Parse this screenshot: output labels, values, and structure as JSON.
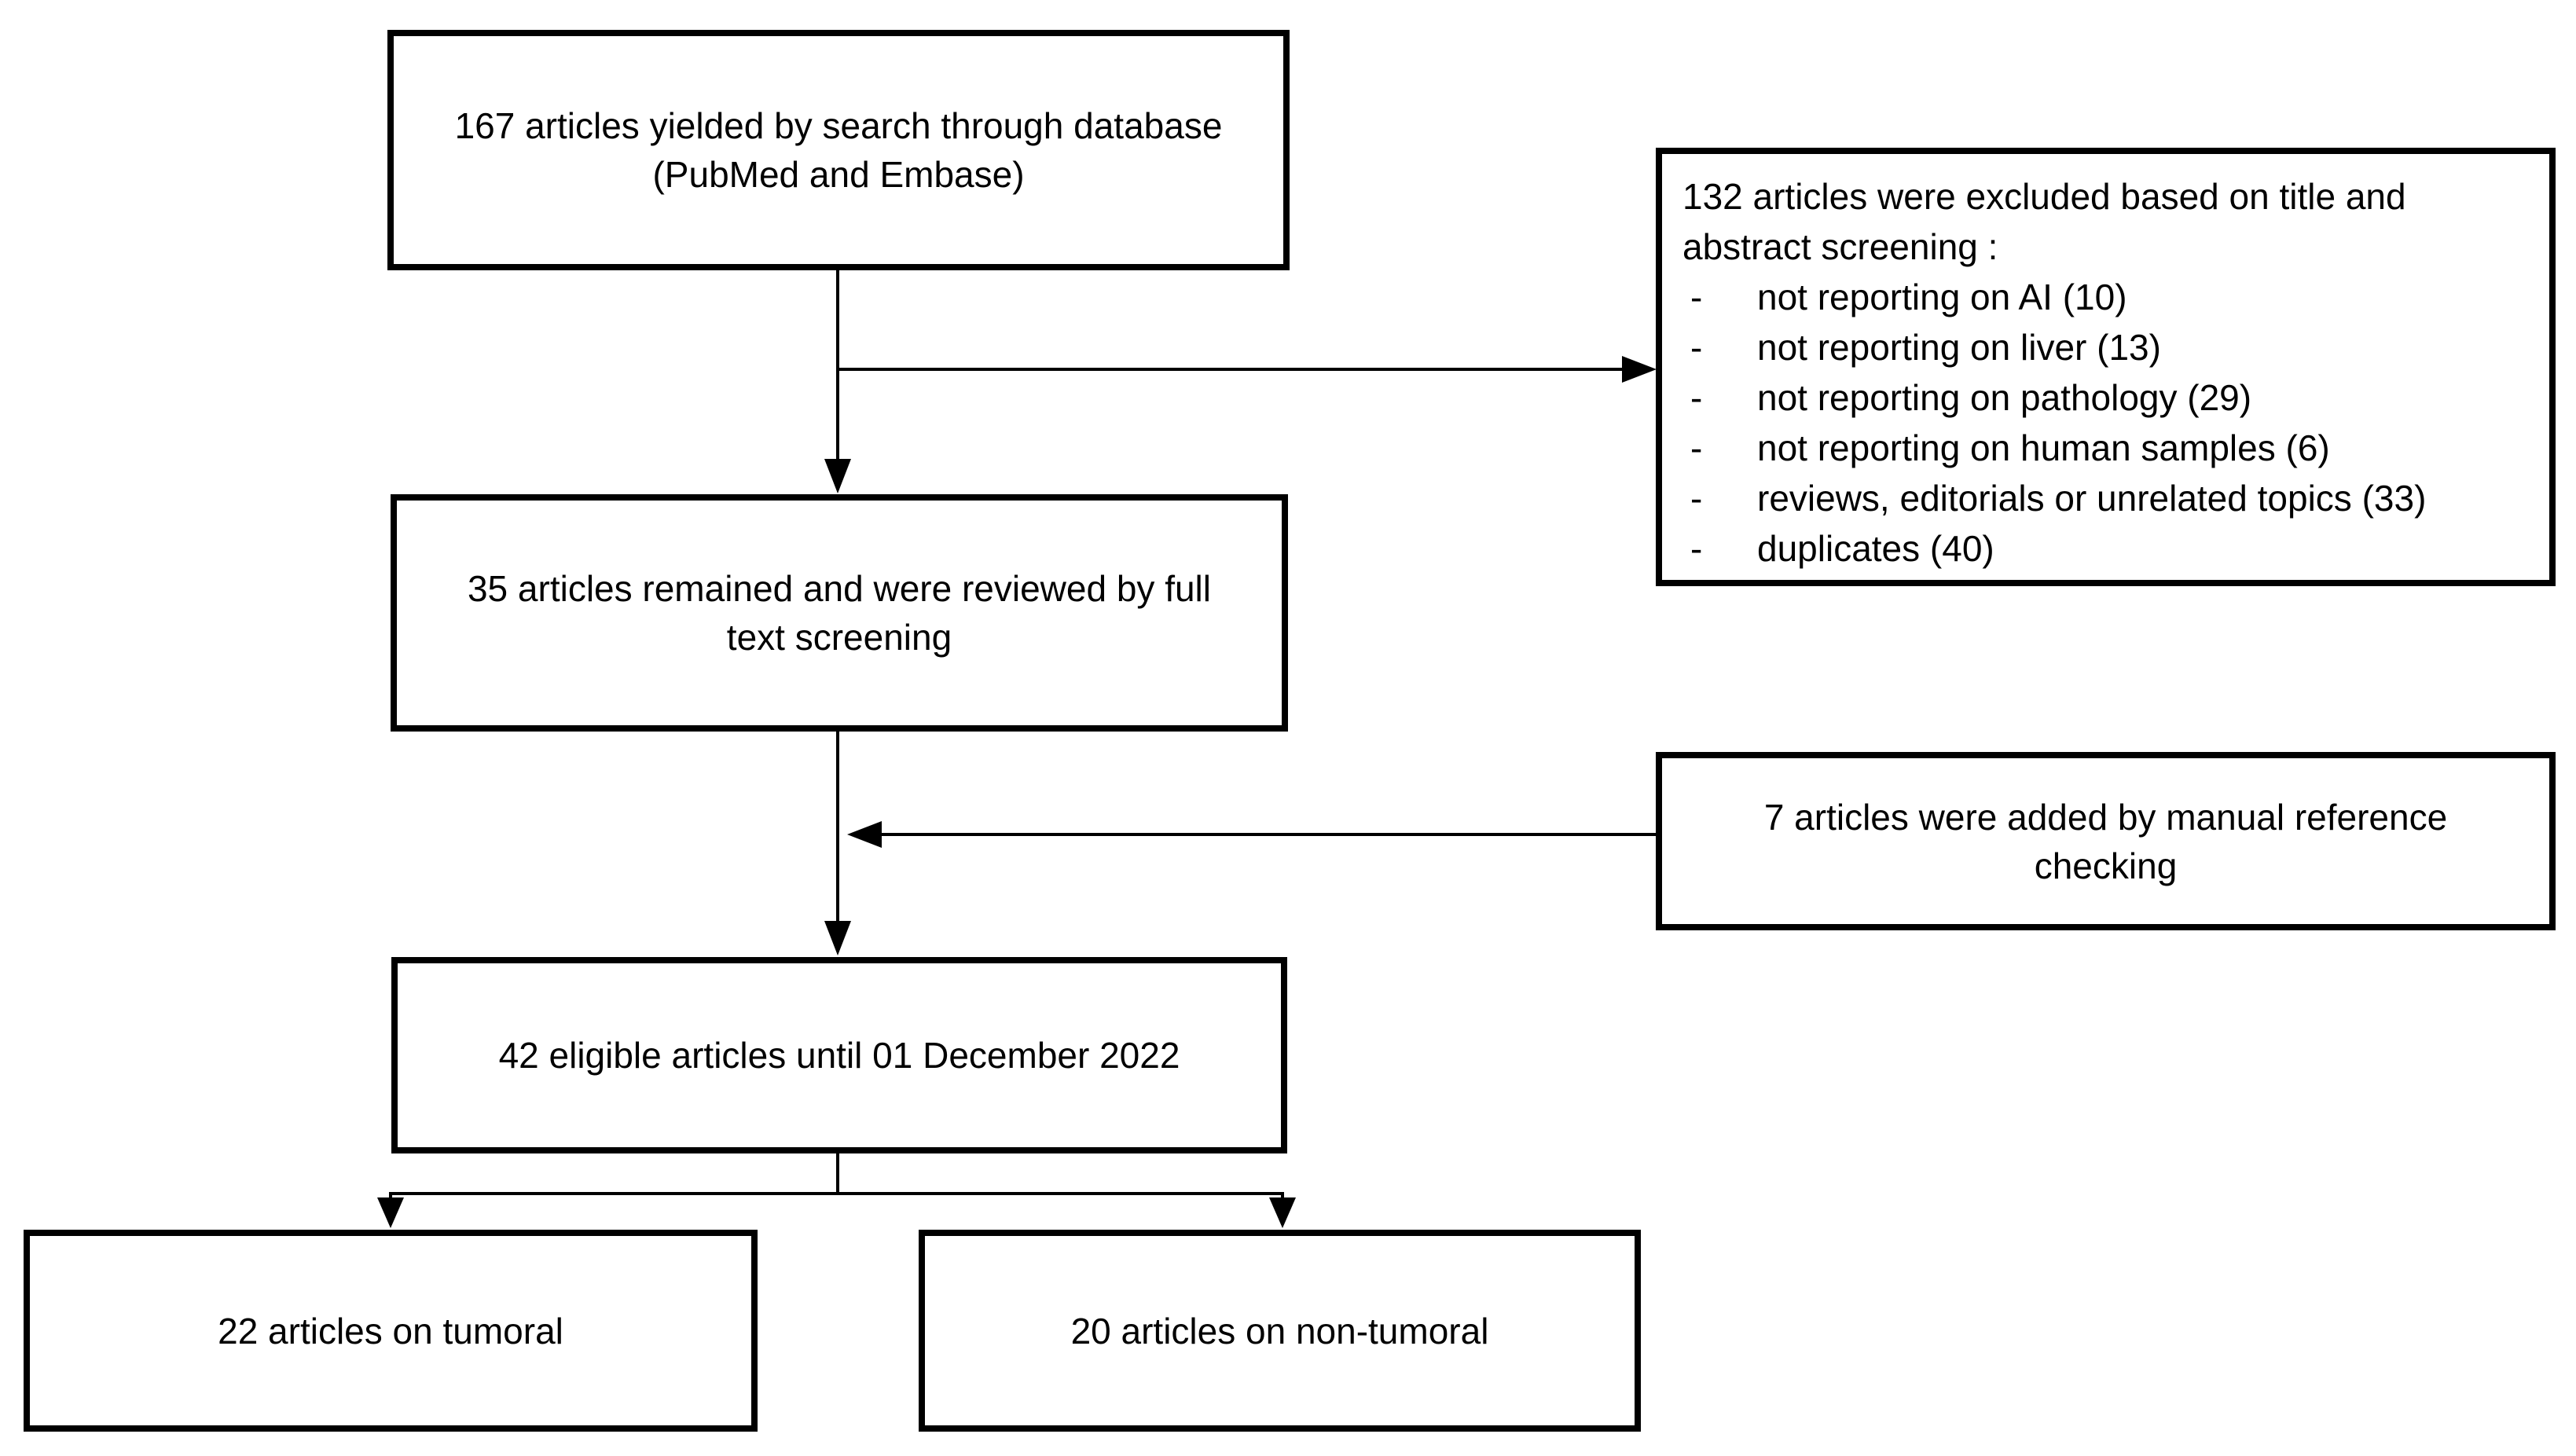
{
  "boxes": {
    "search": {
      "lines": [
        "167 articles yielded by search through database",
        "(PubMed and Embase)"
      ]
    },
    "excluded": {
      "title": "132 articles were excluded based on title and abstract screening :",
      "bullet": "-",
      "items": [
        "not reporting on AI (10)",
        "not reporting on liver (13)",
        "not reporting on pathology (29)",
        "not reporting on human samples (6)",
        "reviews, editorials or unrelated topics (33)",
        "duplicates (40)"
      ]
    },
    "full_text": {
      "lines": [
        "35 articles remained and were reviewed by full",
        "text screening"
      ]
    },
    "manual": {
      "lines": [
        "7 articles were added by manual reference",
        "checking"
      ]
    },
    "eligible": {
      "text": "42 eligible articles until 01 December 2022"
    },
    "tumoral": {
      "text": "22 articles on tumoral"
    },
    "non_tumoral": {
      "text": "20 articles on non-tumoral"
    }
  },
  "colors": {
    "line": "#000000",
    "box_border": "#000000",
    "background": "#ffffff",
    "text": "#000000"
  }
}
